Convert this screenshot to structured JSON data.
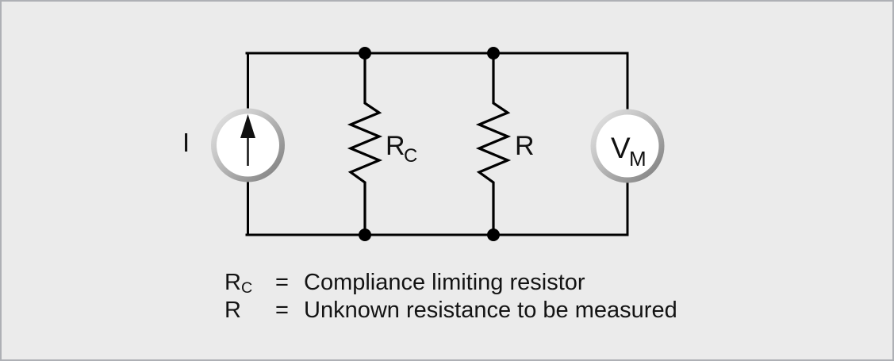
{
  "diagram": {
    "current_source": {
      "label": "I",
      "arrow_direction": "up"
    },
    "resistor_rc": {
      "label_main": "R",
      "label_sub": "C"
    },
    "resistor_r": {
      "label": "R"
    },
    "voltmeter": {
      "label_main": "V",
      "label_sub": "M"
    }
  },
  "legend": {
    "rows": [
      {
        "symbol": "R",
        "symbol_sub": "C",
        "equals": "=",
        "description": "Compliance limiting resistor"
      },
      {
        "symbol": "R",
        "symbol_sub": "",
        "equals": "=",
        "description": "Unknown resistance to be measured"
      }
    ]
  },
  "colors": {
    "background": "#ebebeb",
    "frame_border": "#aeb0b5",
    "wire": "#000000",
    "meter_ring_light": "#e2e2e2",
    "meter_ring_dark": "#828282",
    "meter_face": "#ffffff"
  }
}
